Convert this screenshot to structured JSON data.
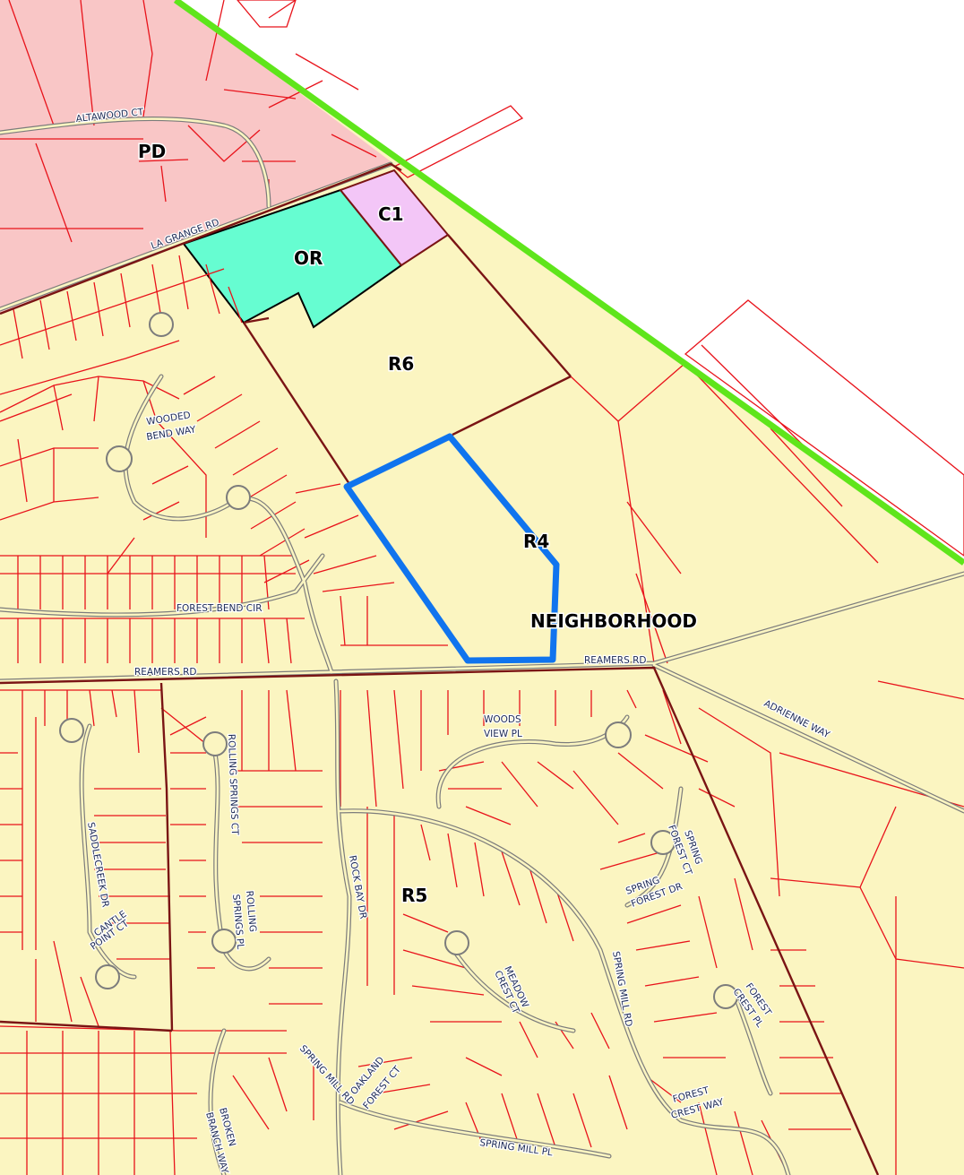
{
  "colors": {
    "residential": "#fbf5c1",
    "planned_development": "#f9c6c6",
    "office_residential": "#66fdd1",
    "commercial": "#f3c6f7",
    "lot_lines": "#e8131b",
    "zone_boundary": "#7a1414",
    "city_limit": "#5fe51b",
    "subject_site": "#1074ee",
    "road_casing": "#7c7c7c"
  },
  "zones": {
    "pd": "PD",
    "c1": "C1",
    "or": "OR",
    "r6": "R6",
    "r4": "R4",
    "r5": "R5"
  },
  "region_label": "NEIGHBORHOOD",
  "streets": {
    "altawood_ct": "ALTAWOOD CT",
    "la_grange_rd": "LA GRANGE RD",
    "wooded": "WOODED",
    "bend_way": "BEND WAY",
    "forest_bend_cir": "FOREST BEND CIR",
    "reamers_rd_west": "REAMERS RD",
    "reamers_rd_east": "REAMERS RD",
    "adrienne_way": "ADRIENNE WAY",
    "woods": "WOODS",
    "view_pl": "VIEW PL",
    "rolling_springs_ct": "ROLLING SPRINGS CT",
    "saddlecreek_dr": "SADDLECREEK DR",
    "cantle": "CANTLE",
    "point_ct": "POINT CT",
    "rolling": "ROLLING",
    "springs_pl": "SPRINGS PL",
    "rock_bay_dr": "ROCK BAY DR",
    "meadow": "MEADOW",
    "crest_ct": "CREST CT",
    "spring_mill_rd_mid": "SPRING MILL RD",
    "spring": "SPRING",
    "forest_ct": "FOREST CT",
    "spring_2": "SPRING",
    "forest_dr": "FOREST DR",
    "forest": "FOREST",
    "crest_pl": "CREST PL",
    "spring_mill_rd_south": "SPRING MILL RD",
    "oakland": "OAKLAND",
    "forest_ct_2": "FOREST CT",
    "forest_2": "FOREST",
    "crest_way": "CREST WAY",
    "broken": "BROKEN",
    "branch_way": "BRANCH WAY",
    "spring_mill_pl": "SPRING MILL PL"
  }
}
